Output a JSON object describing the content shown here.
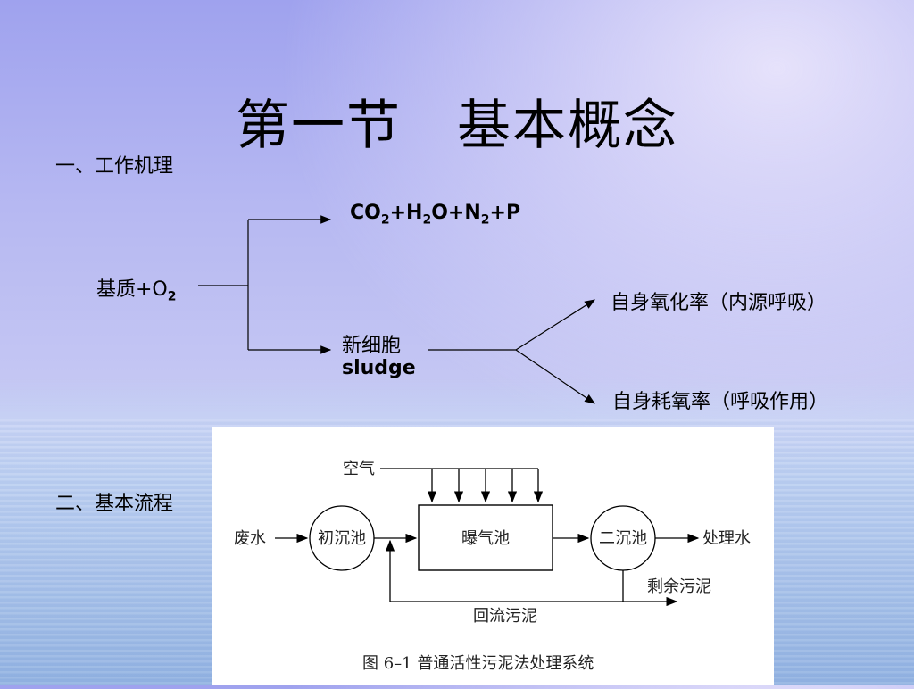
{
  "slide": {
    "title": "第一节　基本概念",
    "section1": "一、工作机理",
    "section2": "二、基本流程"
  },
  "mechanism": {
    "substrate": "基质+O",
    "substrate_sub": "2",
    "product_parts": [
      "CO",
      "2",
      "+H",
      "2",
      "O+N",
      "2",
      "+P"
    ],
    "new_cell": "新细胞",
    "sludge": "sludge",
    "branch_upper": "自身氧化率（内源呼吸）",
    "branch_lower": "自身耗氧率（呼吸作用）"
  },
  "process_figure": {
    "air": "空气",
    "influent": "废水",
    "primary_tank": "初沉池",
    "aeration_tank": "曝气池",
    "secondary_tank": "二沉池",
    "effluent": "处理水",
    "excess_sludge": "剩余污泥",
    "return_sludge": "回流污泥",
    "caption": "图 6–1 普通活性污泥法处理系统"
  }
}
